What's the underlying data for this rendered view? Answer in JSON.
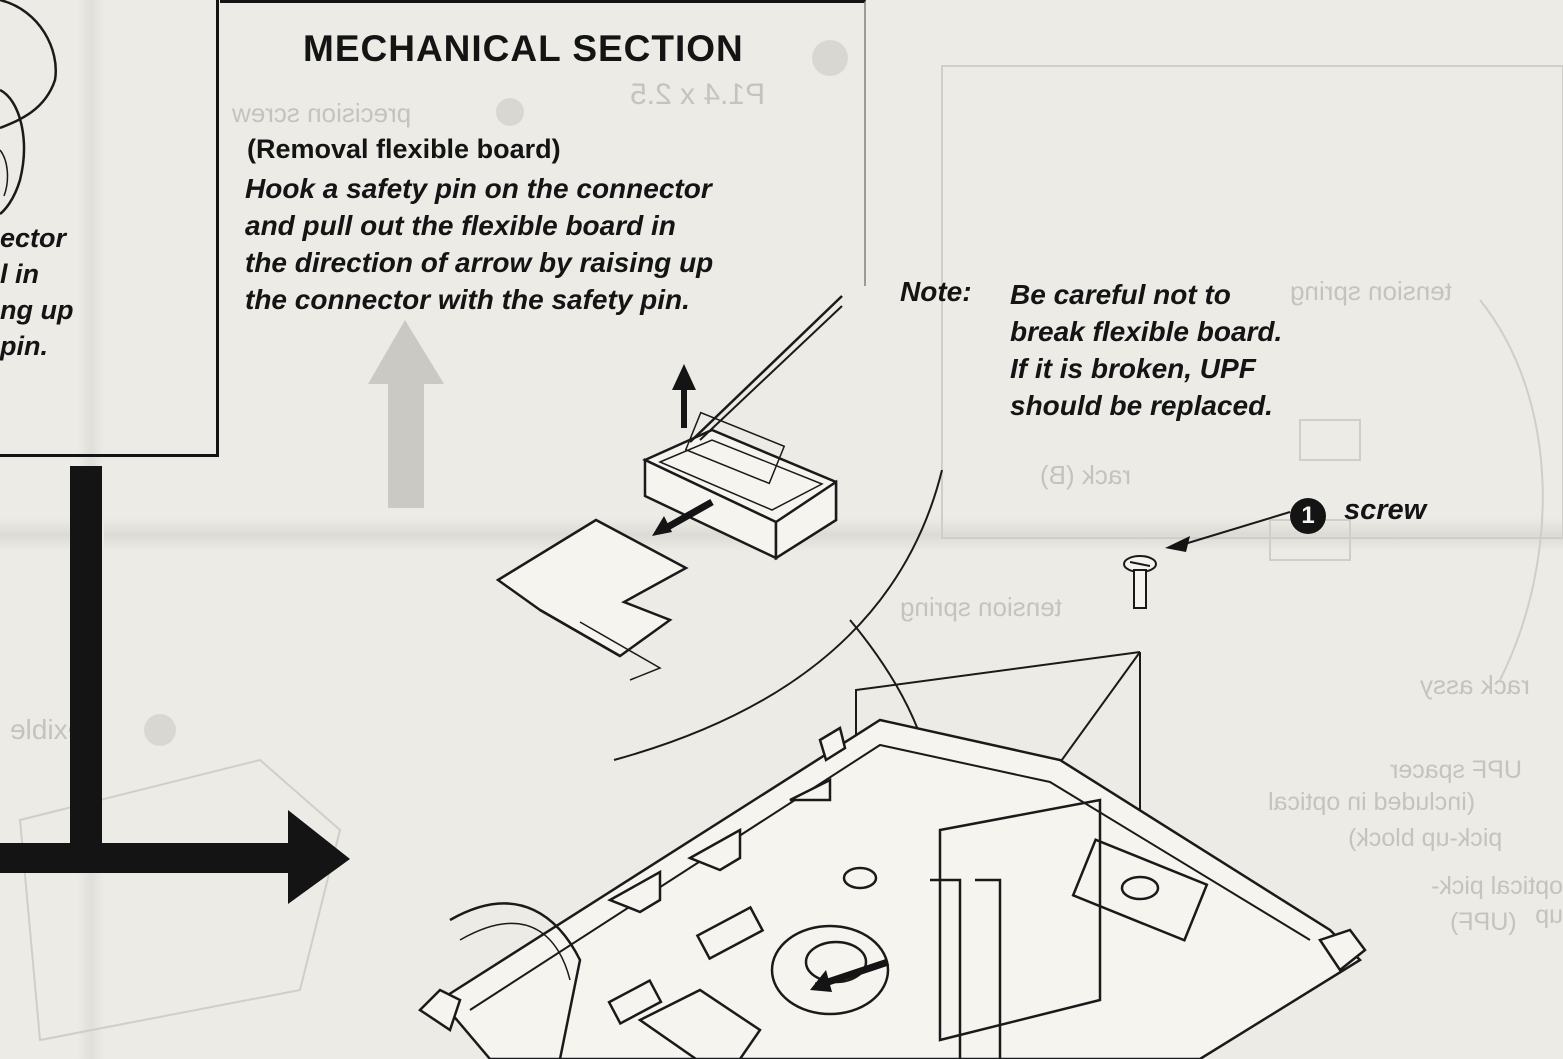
{
  "section_title": "MECHANICAL SECTION",
  "removal_title": "(Removal flexible board)",
  "instructions": [
    "Hook a safety pin on the connector",
    "and pull out the flexible board in",
    "the direction of arrow by raising up",
    "the connector with the safety pin."
  ],
  "left_fragment": [
    "ector",
    "l in",
    "ng up",
    "pin."
  ],
  "note_label": "Note:",
  "note_lines": [
    "Be careful not to",
    "break flexible board.",
    "If it is broken, UPF",
    "should be replaced."
  ],
  "screw_number": "1",
  "screw_label": "screw"
}
